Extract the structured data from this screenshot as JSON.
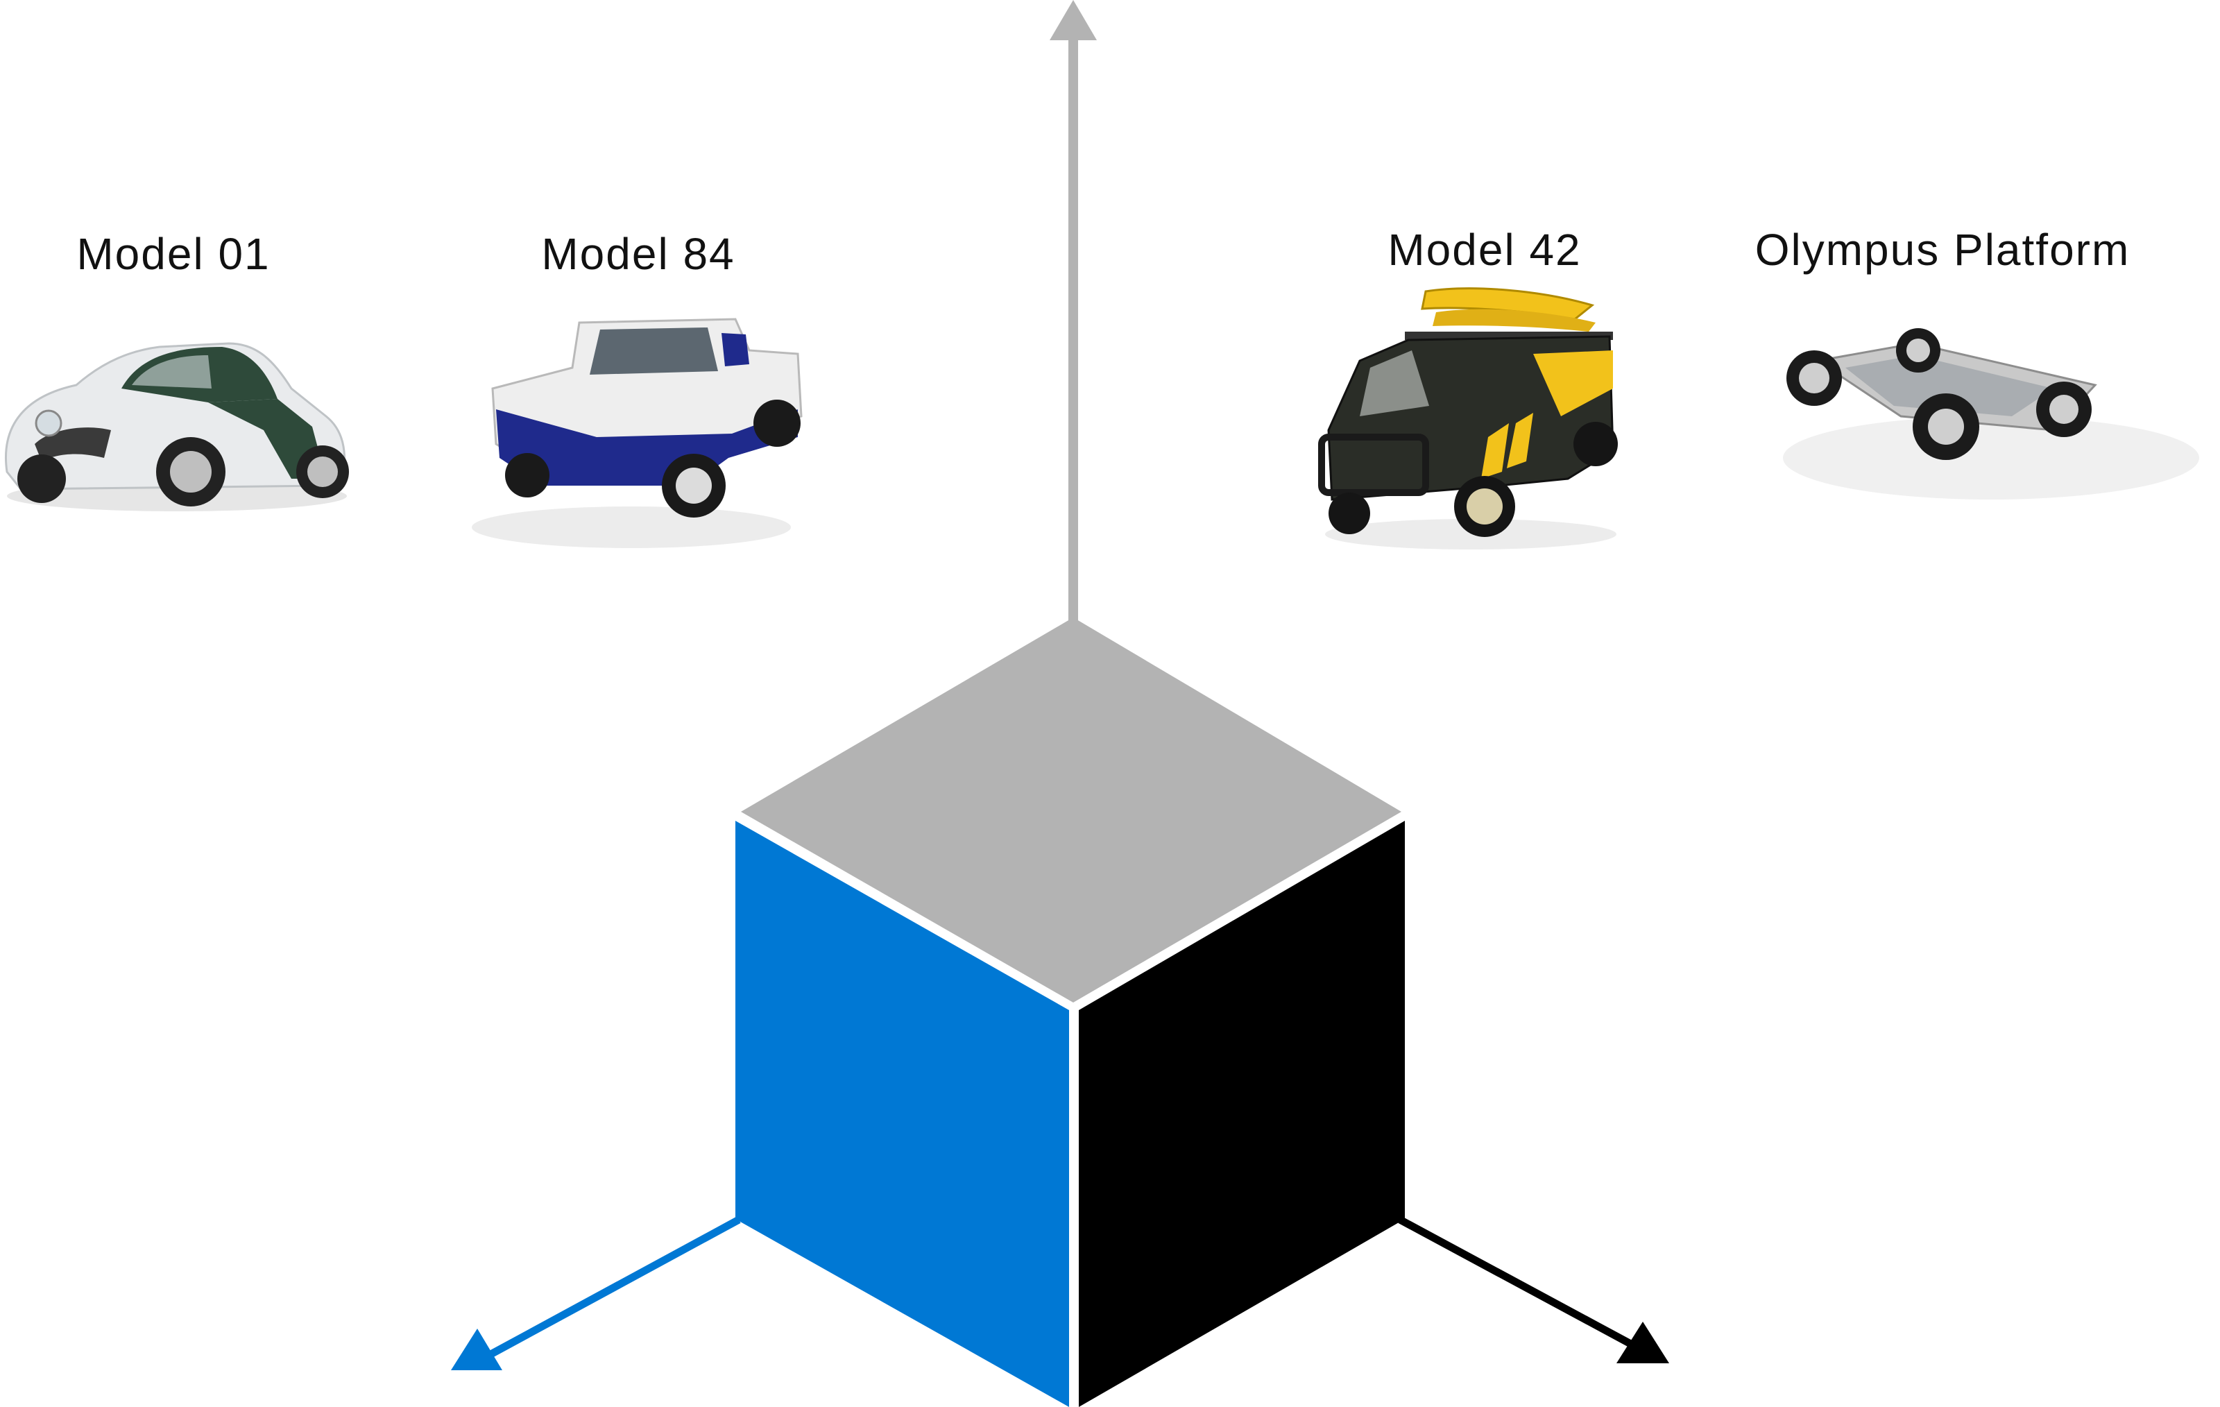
{
  "vehicles": [
    {
      "label": "Model 01",
      "icon": "classic-coupe-icon"
    },
    {
      "label": "Model 84",
      "icon": "pickup-truck-icon"
    },
    {
      "label": "Model 42",
      "icon": "camper-van-icon"
    },
    {
      "label": "Olympus Platform",
      "icon": "chassis-platform-icon"
    }
  ],
  "colors": {
    "cube_top": "#b3b3b3",
    "cube_left": "#0078d4",
    "cube_right": "#000000",
    "axis_up": "#b3b3b3",
    "axis_left": "#0078d4",
    "axis_right": "#000000",
    "coupe_body": "#e9ebed",
    "coupe_accent": "#2e4a3a",
    "truck_body": "#eeeeee",
    "truck_accent": "#1f2a8c",
    "van_body": "#2a2d27",
    "van_accent": "#f2c21b",
    "chassis": "#c9c9c9"
  }
}
